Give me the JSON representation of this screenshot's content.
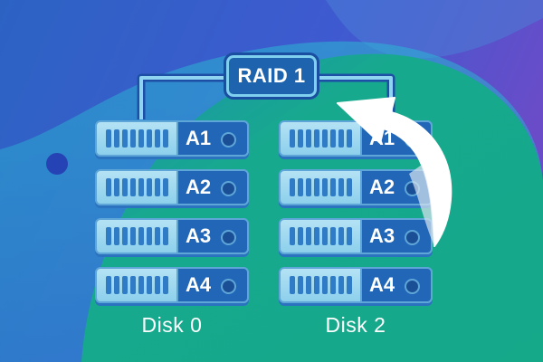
{
  "diagram": {
    "raid_label": "RAID 1",
    "disks": [
      {
        "name": "Disk 0",
        "blocks": [
          "A1",
          "A2",
          "A3",
          "A4"
        ]
      },
      {
        "name": "Disk 2",
        "blocks": [
          "A1",
          "A2",
          "A3",
          "A4"
        ]
      }
    ]
  },
  "colors": {
    "background_blue": "#3b58c8",
    "teal_blob": "#17a98e",
    "drive_body": "#a6dcf2",
    "drive_plate": "#2166b7",
    "raid_box": "#1e63ad",
    "arrow": "#ffffff"
  },
  "icons": {
    "arrow": "curved-arrow-icon"
  }
}
